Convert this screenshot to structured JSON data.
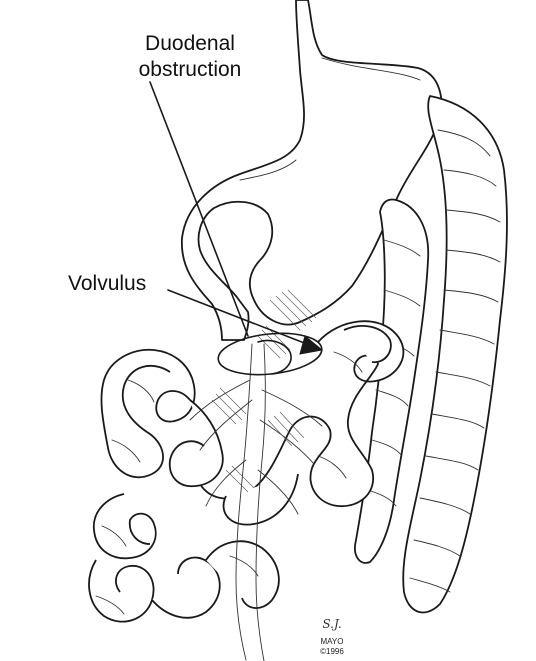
{
  "labels": {
    "duodenal_line1": "Duodenal",
    "duodenal_line2": "obstruction",
    "volvulus": "Volvulus"
  },
  "signature": {
    "initials": "S.J.",
    "brand": "MAYO",
    "copyright": "©1996"
  },
  "colors": {
    "ink": "#1a1a1a",
    "background": "#ffffff"
  }
}
